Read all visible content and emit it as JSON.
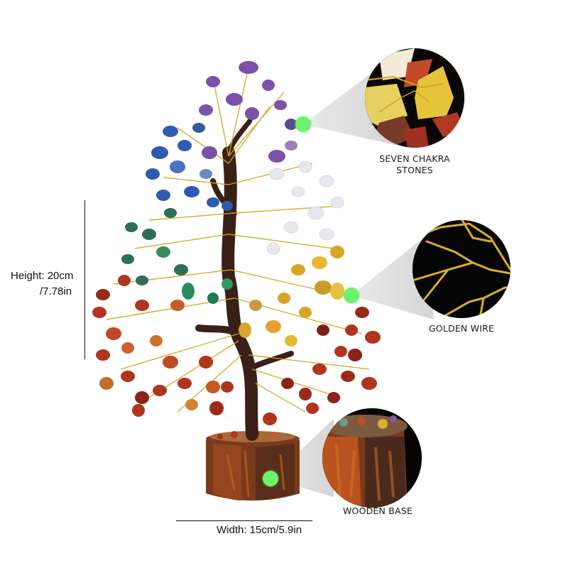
{
  "dimensions": {
    "height_label_line1": "Height: 20cm",
    "height_label_line2": "/7.78in",
    "width_label": "Width: 15cm/5.9in"
  },
  "callouts": [
    {
      "label_line1": "SEVEN CHAKRA",
      "label_line2": "STONES",
      "detail": "chakra-stones-closeup"
    },
    {
      "label_line1": "GOLDEN WIRE",
      "label_line2": "",
      "detail": "golden-wire-closeup"
    },
    {
      "label_line1": "WOODEN BASE",
      "label_line2": "",
      "detail": "wooden-base-closeup"
    }
  ],
  "colors": {
    "marker_green": "#6ff26b",
    "wire_gold": "#d4a51c",
    "trunk_brown": "#3a2018",
    "amethyst": "#7b52a8",
    "lapis": "#2f5bb0",
    "aventurine": "#2f6f55",
    "citrine": "#d9a42a",
    "carnelian": "#b0341e",
    "quartz": "#eceef2"
  }
}
